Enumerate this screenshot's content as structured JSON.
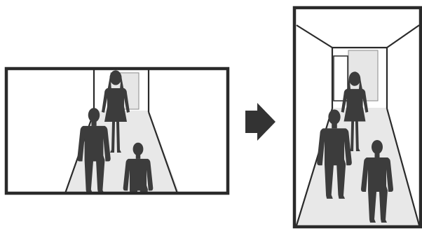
{
  "diagram": {
    "colors": {
      "background": "#ffffff",
      "frame": "#2a2a2a",
      "floor": "#e8e8e8",
      "window": "#e6e6e6",
      "silhouette": "#3c3c3c",
      "arrow": "#333333"
    },
    "panels": [
      {
        "id": "landscape-view",
        "orientation": "landscape"
      },
      {
        "id": "portrait-view",
        "orientation": "portrait"
      }
    ],
    "connector": {
      "icon": "right-arrow-icon",
      "direction": "right"
    }
  }
}
